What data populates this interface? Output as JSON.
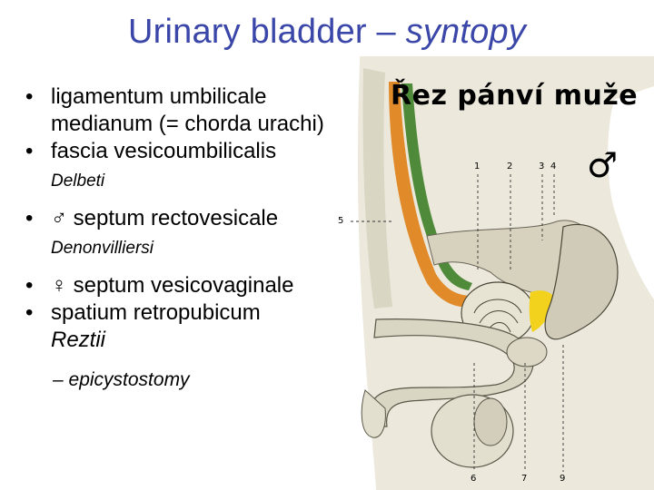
{
  "slide": {
    "title_main": "Urinary bladder – ",
    "title_italic": "syntopy"
  },
  "bullets": [
    {
      "text": "ligamentum umbilicale medianum (= chorda urachi)"
    },
    {
      "text": "fascia vesicoumbilicalis",
      "sub": "Delbeti"
    },
    {
      "text": "♂ septum rectovesicale",
      "sub": "Denonvilliersi"
    },
    {
      "text": "♀ septum vesicovaginale"
    },
    {
      "text": "spatium retropubicum",
      "italic_tail": "Reztii"
    }
  ],
  "sub_bullet": "– epicystostomy",
  "bullet_glyph": "•",
  "figure": {
    "title": "Řez pánví muže",
    "symbol": "♂",
    "labels": [
      "1",
      "2",
      "3",
      "4",
      "5",
      "6",
      "7",
      "9"
    ],
    "colors": {
      "skin": "#e6e3d5",
      "tissue": "#d9d6c4",
      "fascia_orange": "#e08a2a",
      "bladder_green": "#9cc27a",
      "septum_yellow": "#f2d21c",
      "rectum": "#cfcbb8"
    }
  }
}
